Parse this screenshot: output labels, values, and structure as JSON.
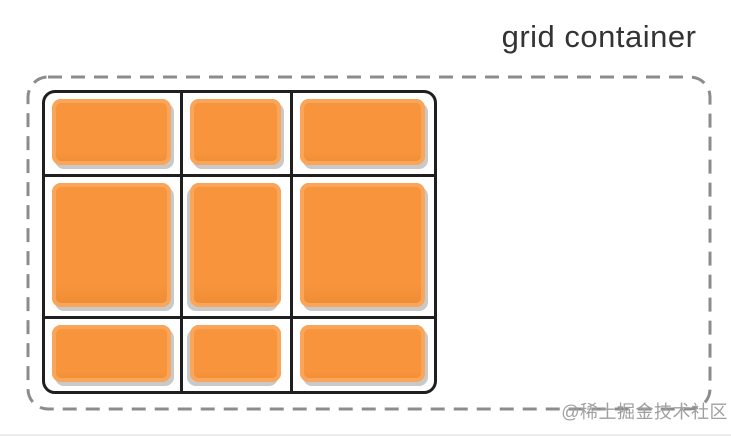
{
  "title": {
    "text": "grid container"
  },
  "container": {
    "label": "grid container",
    "border_style": "dashed",
    "rounded_corners": true
  },
  "grid": {
    "rows": 3,
    "columns": 3,
    "item_count": 9,
    "column_width_ratio": [
      135,
      107,
      141
    ],
    "row_height_ratio": [
      82,
      140,
      72
    ]
  },
  "watermark": {
    "text": "@稀土掘金技术社区"
  },
  "colors": {
    "page-bg": "#ffffff",
    "title-color": "#333333",
    "dash-color": "#8c8c8c",
    "grid-line-color": "#1f1f1f",
    "item-orange": "#f7943c",
    "item-highlight": "#f9a55a",
    "item-shadow": "#c9c9c9",
    "watermark-color": "#a0a0a0"
  }
}
